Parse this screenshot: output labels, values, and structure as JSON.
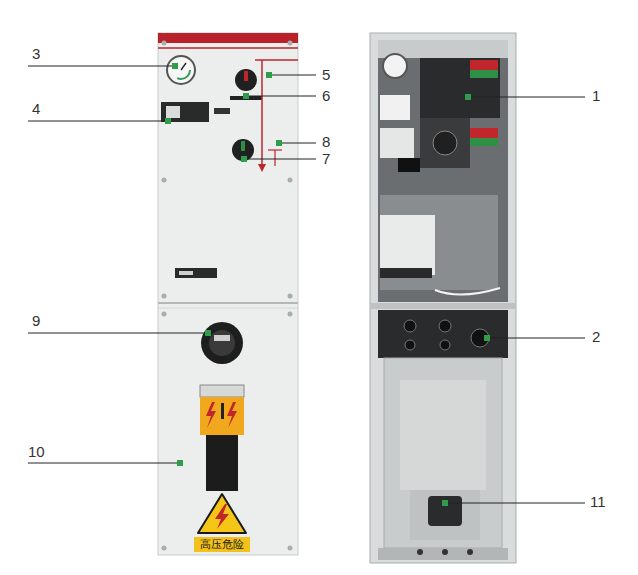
{
  "diagram": {
    "labels": [
      "1",
      "2",
      "3",
      "4",
      "5",
      "6",
      "7",
      "8",
      "9",
      "10",
      "11",
      "高压危险"
    ]
  }
}
